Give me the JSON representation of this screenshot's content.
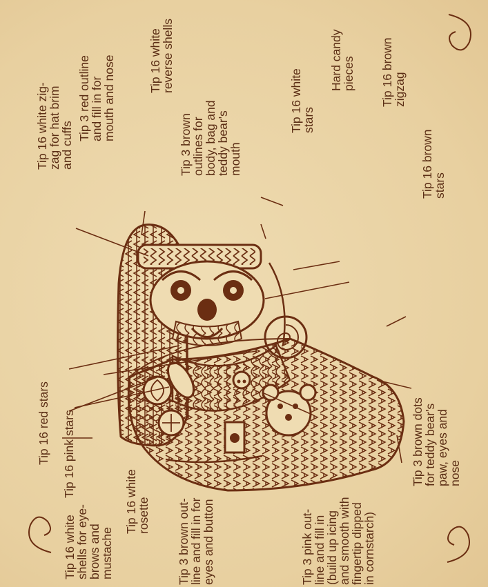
{
  "colors": {
    "ink": "#6b2e12",
    "paper": "#e9d3a5"
  },
  "labels": {
    "red_stars": "Tip 16 red stars",
    "white_shells": "Tip 16 white\nshells for eye-\nbrows and\nmustache",
    "pink_stars": "Tip 16 pink stars",
    "white_rosette": "Tip 16 white\nrosette",
    "brown_outline_eyes": "Tip 3 brown out-\nline and fill in for\neyes and button",
    "pink_outline": "Tip 3 pink out-\nline and fill in\n(build up icing\nand smooth with\nfingertip dipped\nin cornstarch)",
    "brown_dots": "Tip 3 brown dots\nfor teddy bear's\npaw, eyes and\nnose",
    "brown_stars": "Tip 16 brown\nstars",
    "brown_zigzag": "Tip 16 brown\nzigzag",
    "hard_candy": "Hard candy\npieces",
    "white_stars": "Tip 16 white\nstars",
    "brown_outlines_body": "Tip 3 brown\noutlines for\nbody, bag and\nteddy bear's\nmouth",
    "white_reverse_shells": "Tip 16 white\nreverse shells",
    "red_outline_mouth": "Tip 3 red outline\nand fill in for\nmouth and nose",
    "white_zigzag": "Tip 16 white zig-\nzag for hat brim\nand cuffs"
  }
}
